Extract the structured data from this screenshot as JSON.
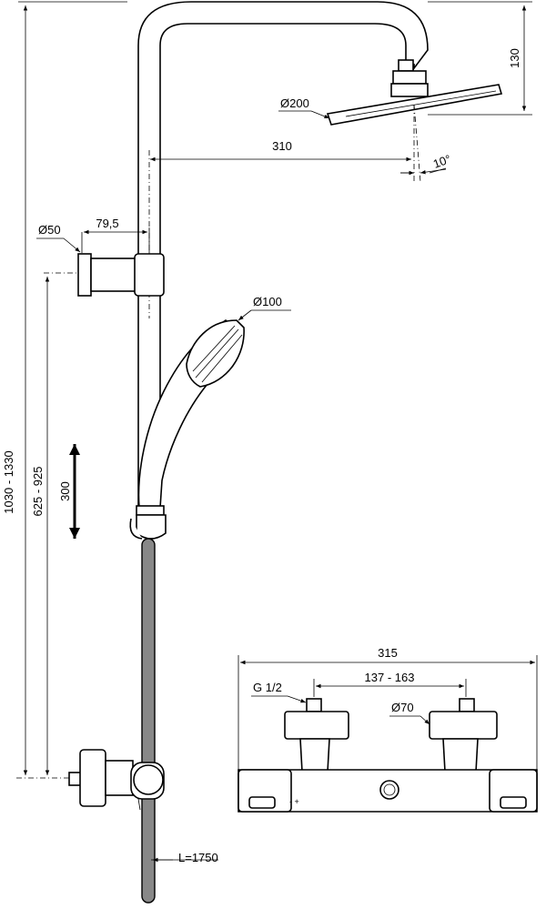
{
  "dimensions": {
    "top_height": "130",
    "head_diameter": "Ø200",
    "arm_length": "310",
    "tilt_angle": "10°",
    "holder_diameter": "Ø50",
    "holder_offset": "79,5",
    "hand_diameter": "Ø100",
    "overall_height": "1030 - 1330",
    "inlet_height": "625 - 925",
    "slide_travel": "300",
    "hose_length": "L=1750",
    "mixer_width": "315",
    "thread": "G 1/2",
    "inlet_spacing": "137 - 163",
    "flange_diameter": "Ø70"
  },
  "mixer_symbols": {
    "hot_cold": "- +"
  }
}
